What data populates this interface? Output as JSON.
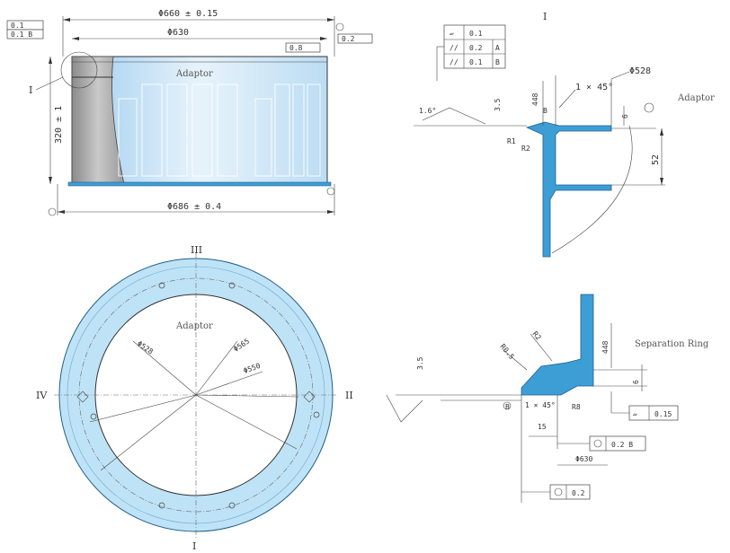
{
  "colors": {
    "section_fill": "#3d9ed6",
    "ring_fill": "#bfe3f6",
    "body_fill": "#cde6f7",
    "line": "#333333"
  },
  "front_view": {
    "dim_top_outer": "Φ660 ± 0.15",
    "dim_top_inner": "Φ630",
    "dim_bottom": "Φ686 ± 0.4",
    "dim_height": "320 ± 1",
    "label": "Adaptor",
    "detail_ref": "I",
    "tol_left_1": "0.1",
    "tol_left_2": "0.1 B",
    "tol_right_1": "0.8",
    "tol_right_2": "0.2"
  },
  "detail_I": {
    "title": "I",
    "label": "Adaptor",
    "tol_rows": [
      {
        "symbol": "▱",
        "value": "0.1",
        "datum": ""
      },
      {
        "symbol": "//",
        "value": "0.2",
        "datum": "A"
      },
      {
        "symbol": "//",
        "value": "0.1",
        "datum": "B"
      }
    ],
    "dim_phi": "Φ528",
    "dim_chamfer": "1 × 45°",
    "dim_52": "52",
    "dim_6": "6",
    "dim_angle": "1.6°",
    "dim_35": "3.5",
    "dim_448": "448",
    "dim_r1": "R1",
    "dim_r2": "R2",
    "datum_b": "B"
  },
  "plan_view": {
    "label": "Adaptor",
    "axis_top": "III",
    "axis_left": "IV",
    "axis_right": "II",
    "axis_bottom": "I",
    "dim_528": "Φ528",
    "dim_565": "Φ565",
    "dim_550": "Φ550"
  },
  "ring_detail": {
    "label": "Separation Ring",
    "dim_35": "3.5",
    "dim_r05": "R0.5",
    "dim_r2": "R2",
    "dim_448": "448",
    "dim_chamfer": "1 × 45°",
    "dim_15": "15",
    "dim_6": "6",
    "dim_phi": "Φ630",
    "dim_r8": "R8",
    "tol_flat": "0.15",
    "tol_circ": "0.2 B",
    "tol_bottom": "0.2",
    "datum": "B"
  }
}
